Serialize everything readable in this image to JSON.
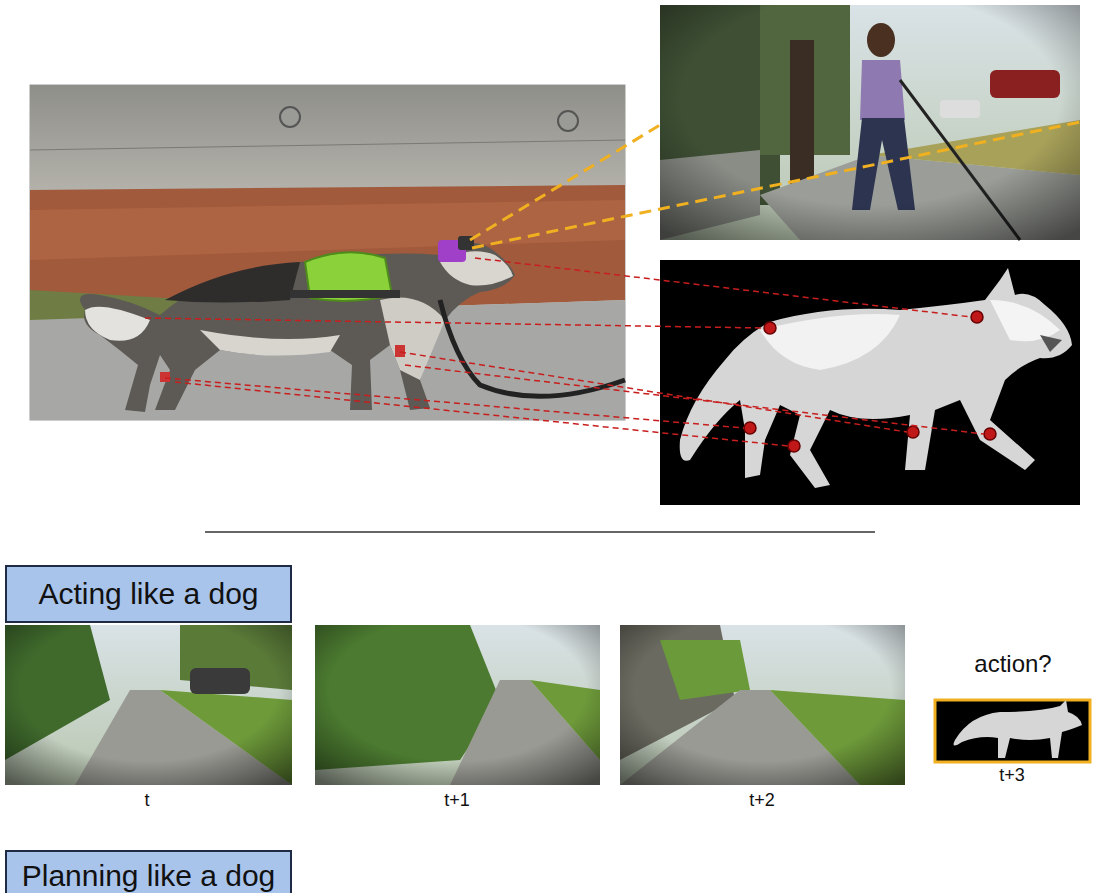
{
  "diagram": {
    "nodes": [
      {
        "text": [
          "Acting like a dog"
        ]
      },
      {
        "text": [
          "Planning like a dog"
        ]
      }
    ],
    "labels": [
      "action?",
      "t",
      "t+1",
      "t+2",
      "t+3"
    ]
  }
}
